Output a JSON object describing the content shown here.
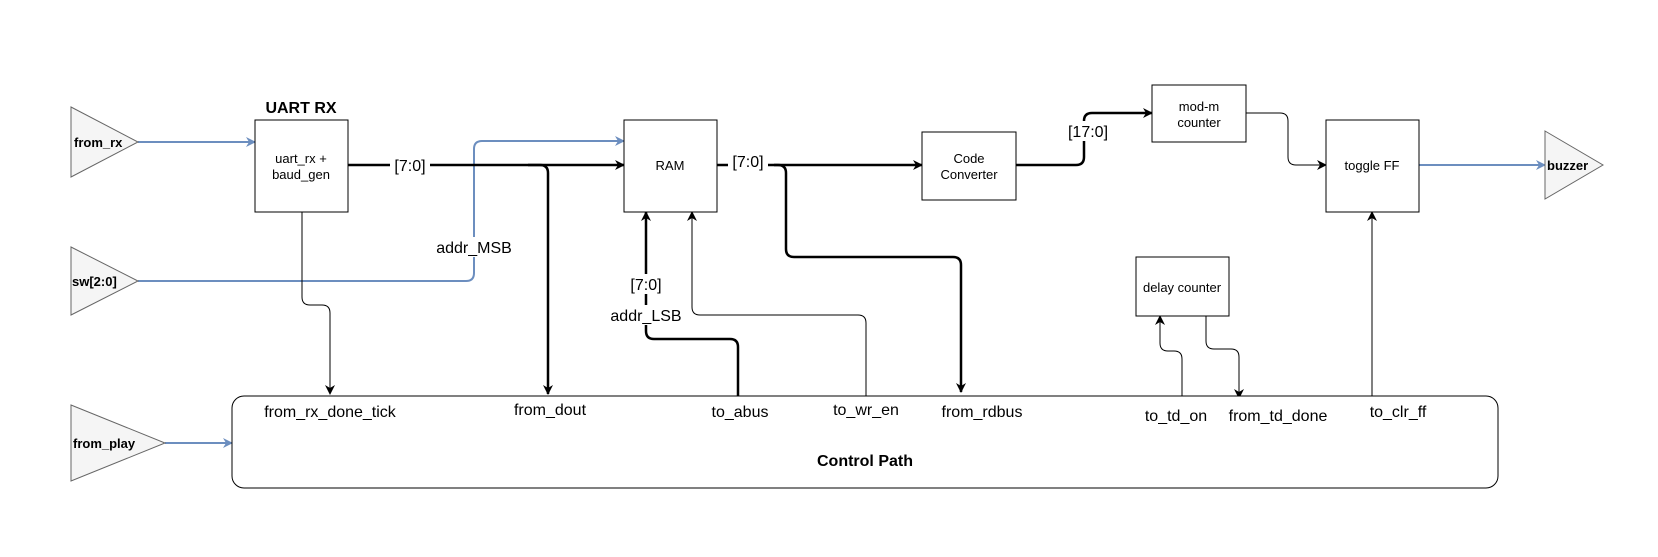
{
  "colors": {
    "blue_wire": "#6c8ebf",
    "black_wire": "#000000",
    "triangle_fill": "#f5f5f5",
    "triangle_stroke": "#666666"
  },
  "inputs": {
    "from_rx": "from_rx",
    "sw": "sw[2:0]",
    "from_play": "from_play"
  },
  "outputs": {
    "buzzer": "buzzer"
  },
  "blocks": {
    "uart_title": "UART RX",
    "uart_line1": "uart_rx +",
    "uart_line2": "baud_gen",
    "ram": "RAM",
    "code_line1": "Code",
    "code_line2": "Converter",
    "modm_line1": "mod-m",
    "modm_line2": "counter",
    "toggle": "toggle FF",
    "delay": "delay counter",
    "control": "Control Path"
  },
  "bus_labels": {
    "uart_out": "[7:0]",
    "ram_out": "[7:0]",
    "code_out": "[17:0]",
    "addr_lsb_width": "[7:0]",
    "addr_msb": "addr_MSB",
    "addr_lsb": "addr_LSB"
  },
  "ports": {
    "from_rx_done_tick": "from_rx_done_tick",
    "from_dout": "from_dout",
    "to_abus": "to_abus",
    "to_wr_en": "to_wr_en",
    "from_rdbus": "from_rdbus",
    "to_td_on": "to_td_on",
    "from_td_done": "from_td_done",
    "to_clr_ff": "to_clr_ff"
  }
}
